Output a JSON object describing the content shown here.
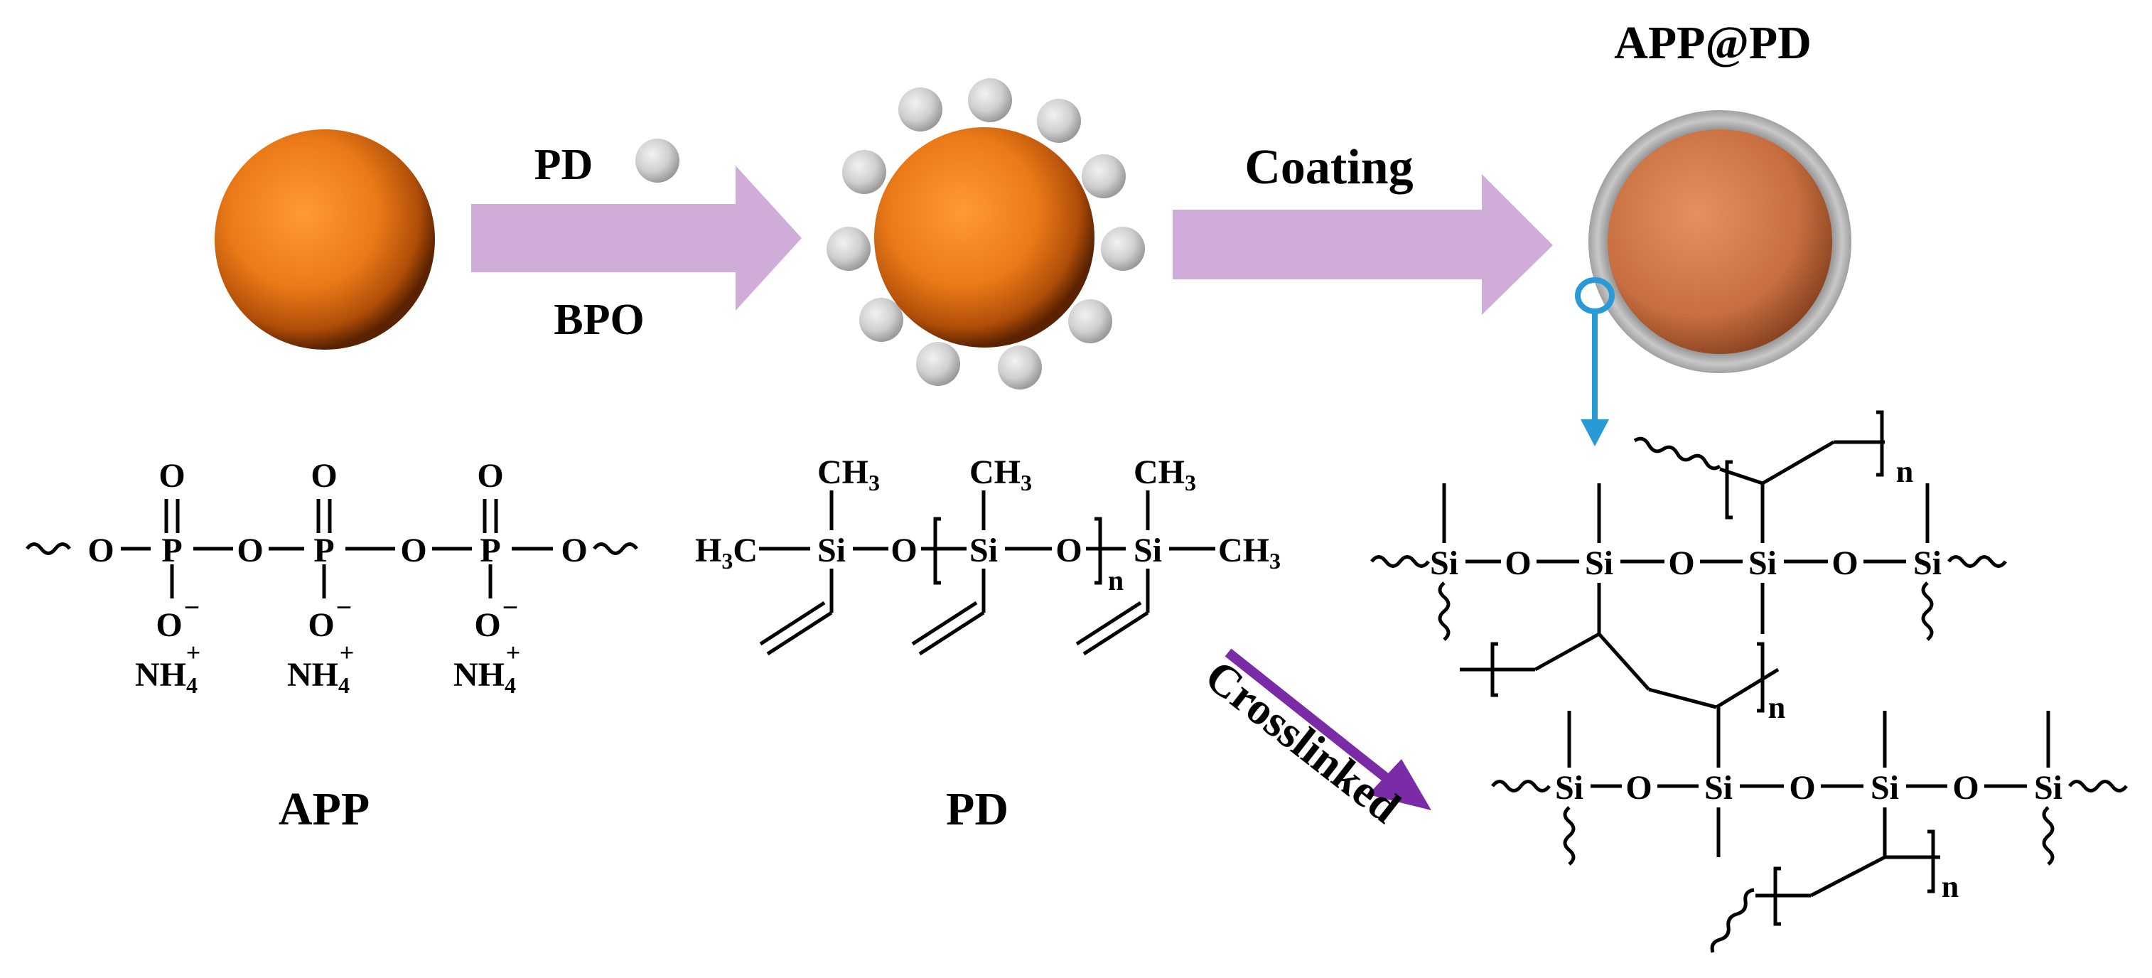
{
  "labels": {
    "title_product": "APP@PD",
    "reagent_pd": "PD",
    "reagent_bpo": "BPO",
    "step_coating": "Coating",
    "step_crosslinked": "Crosslinked",
    "caption_app": "APP",
    "caption_pd": "PD"
  },
  "app_structure": {
    "oxygen": "O",
    "phosphorus": "P",
    "oxide_anion": "O",
    "minus": "−",
    "ammonium_base": "NH",
    "ammonium_sub": "4",
    "ammonium_sup": "+"
  },
  "pd_structure": {
    "h3c": "H",
    "h3c_sub": "3",
    "h3c_tail": "C",
    "ch3_prefix": "CH",
    "ch3_sub": "3",
    "silicon": "Si",
    "oxygen": "O",
    "repeat": "n"
  },
  "network_structure": {
    "silicon": "Si",
    "oxygen": "O",
    "repeat": "n"
  },
  "colors": {
    "core": "#e8731a",
    "satellite": "#cccccc",
    "process_arrow": "#d0acd8",
    "crosslink_arrow": "#7a2ca6",
    "zoom_marker": "#2a9ad6",
    "shell": "#b0b0b0",
    "coated_core": "#c46c3e"
  }
}
